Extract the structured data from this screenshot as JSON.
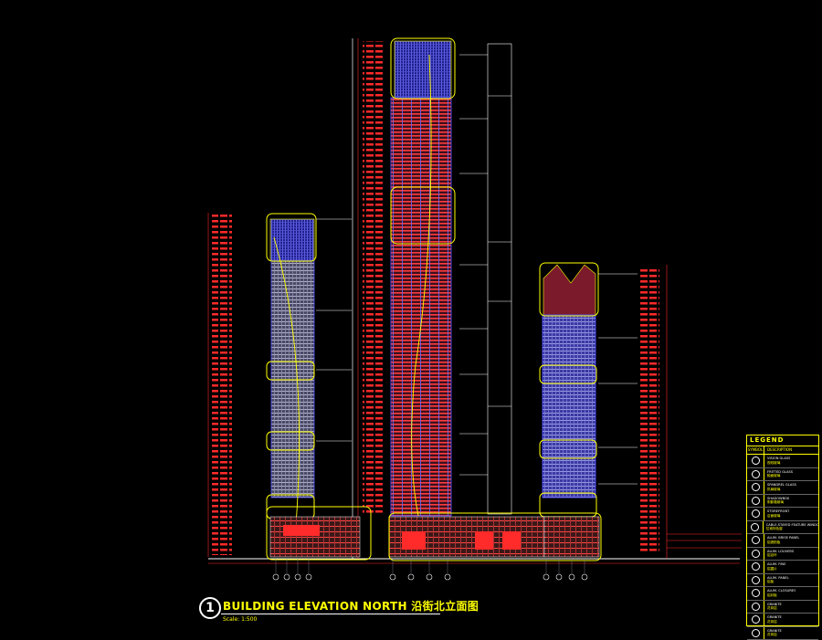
{
  "drawing": {
    "title_number": "1",
    "title": "BUILDING ELEVATION NORTH 沿街北立面图",
    "scale": "Scale: 1:500"
  },
  "legend": {
    "title": "LEGEND",
    "col_symbol": "SYMBOL",
    "col_description": "DESCRIPTION",
    "items": [
      {
        "en": "VISION GLASS",
        "zh": "视线玻璃"
      },
      {
        "en": "FRITTED GLASS",
        "zh": "釉面玻璃"
      },
      {
        "en": "SPANDREL GLASS",
        "zh": "拱肩玻璃"
      },
      {
        "en": "SHADOWBOX",
        "zh": "阴影箱玻璃"
      },
      {
        "en": "STOREFRONT",
        "zh": "店面玻璃"
      },
      {
        "en": "CABLE-STAYED FEATURE WINDOW",
        "zh": "拉索特色窗"
      },
      {
        "en": "ALUM. BRISE PANEL",
        "zh": "铝遮阳板"
      },
      {
        "en": "ALUM. LOUVERS",
        "zh": "铝百叶"
      },
      {
        "en": "ALUM. FINS",
        "zh": "铝翼片"
      },
      {
        "en": "ALUM. PANEL",
        "zh": "铝板"
      },
      {
        "en": "ALUM. CLOSURES",
        "zh": "铝封板"
      },
      {
        "en": "GRANITE",
        "zh": "花岗岩"
      },
      {
        "en": "GRANITE",
        "zh": "花岗岩"
      },
      {
        "en": "GRANITE",
        "zh": "花岗岩"
      }
    ]
  },
  "colors": {
    "background": "#000000",
    "facade_blue": "#3b3bff",
    "level_red": "#ff2a2a",
    "annotation_yellow": "#ffff00",
    "outline_white": "#ffffff",
    "grid_gray": "#8a8aa0"
  }
}
